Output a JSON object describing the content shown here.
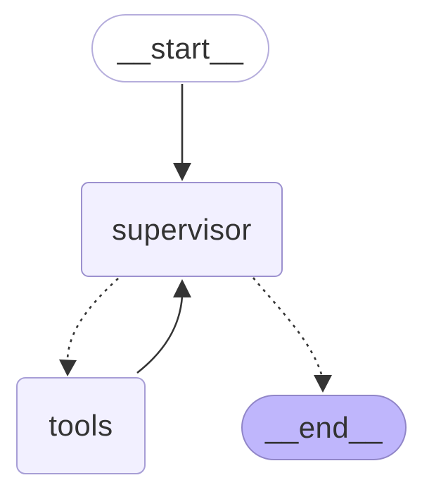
{
  "diagram": {
    "kind": "state-graph-flowchart",
    "nodes": [
      {
        "id": "__start__",
        "label": "__start__",
        "shape": "stadium",
        "fill": "#ffffff",
        "border": "#b5addc",
        "text_color": "#333333"
      },
      {
        "id": "supervisor",
        "label": "supervisor",
        "shape": "rounded-rectangle",
        "fill": "#f2f0ff",
        "border": "#9c91cf",
        "text_color": "#333333"
      },
      {
        "id": "tools",
        "label": "tools",
        "shape": "rounded-rectangle",
        "fill": "#f2f0ff",
        "border": "#a79ed6",
        "text_color": "#333333"
      },
      {
        "id": "__end__",
        "label": "__end__",
        "shape": "stadium",
        "fill": "#bfb6fc",
        "border": "#9186c8",
        "text_color": "#333333"
      }
    ],
    "edges": [
      {
        "from": "__start__",
        "to": "supervisor",
        "style": "solid",
        "arrow": "down"
      },
      {
        "from": "supervisor",
        "to": "tools",
        "style": "dotted",
        "arrow": "down"
      },
      {
        "from": "tools",
        "to": "supervisor",
        "style": "solid",
        "arrow": "up"
      },
      {
        "from": "supervisor",
        "to": "__end__",
        "style": "dotted",
        "arrow": "down"
      }
    ],
    "colors": {
      "edge_stroke": "#343434",
      "node_fill_light": "#f2f0ff",
      "node_fill_end": "#bfb6fc",
      "node_border": "#9c91cf",
      "background": "#ffffff"
    }
  }
}
